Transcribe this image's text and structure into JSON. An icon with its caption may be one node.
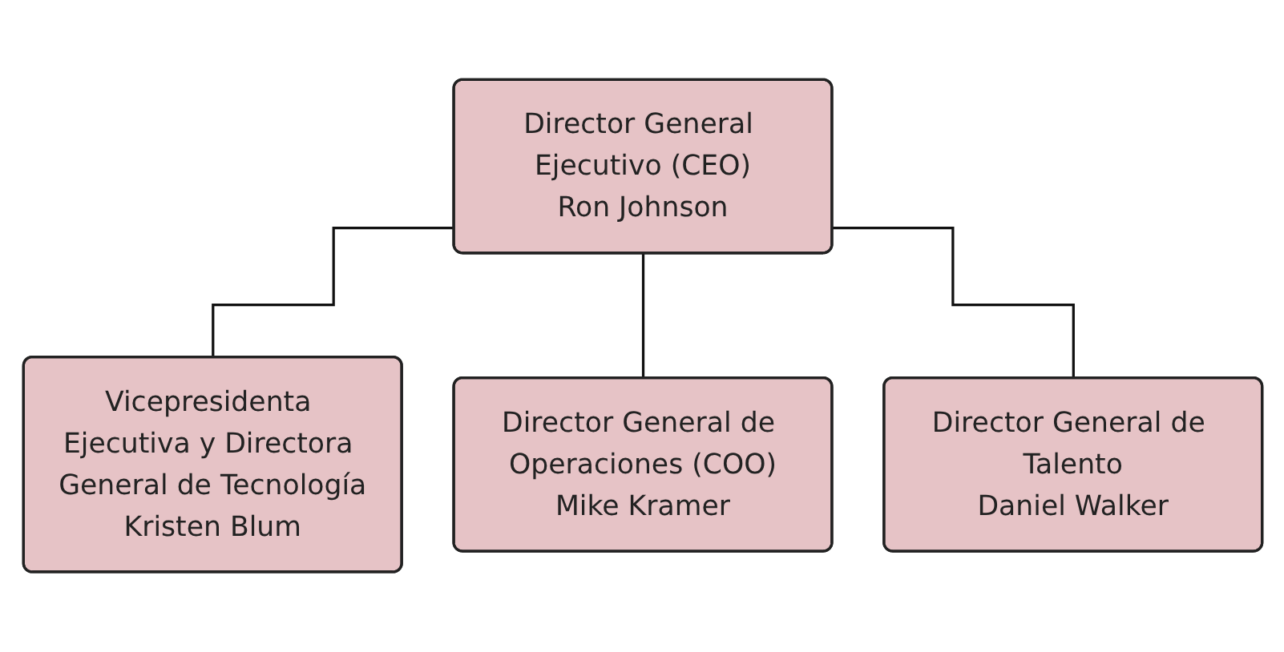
{
  "diagram": {
    "nodes": [
      {
        "text": [
          "Director General Ejecutivo (CEO)",
          "Ron Johnson"
        ]
      },
      {
        "text": [
          "Vicepresidenta Ejecutiva y Directora General de Tecnología",
          "Kristen Blum"
        ]
      },
      {
        "text": [
          "Director General de Operaciones (COO)",
          "Mike Kramer"
        ]
      },
      {
        "text": [
          "Director General de Talento",
          "Daniel Walker"
        ]
      }
    ],
    "edges": [
      {
        "from": 0,
        "to": 1,
        "arrow": "none"
      },
      {
        "from": 0,
        "to": 2,
        "arrow": "none"
      },
      {
        "from": 0,
        "to": 3,
        "arrow": "none"
      }
    ]
  }
}
